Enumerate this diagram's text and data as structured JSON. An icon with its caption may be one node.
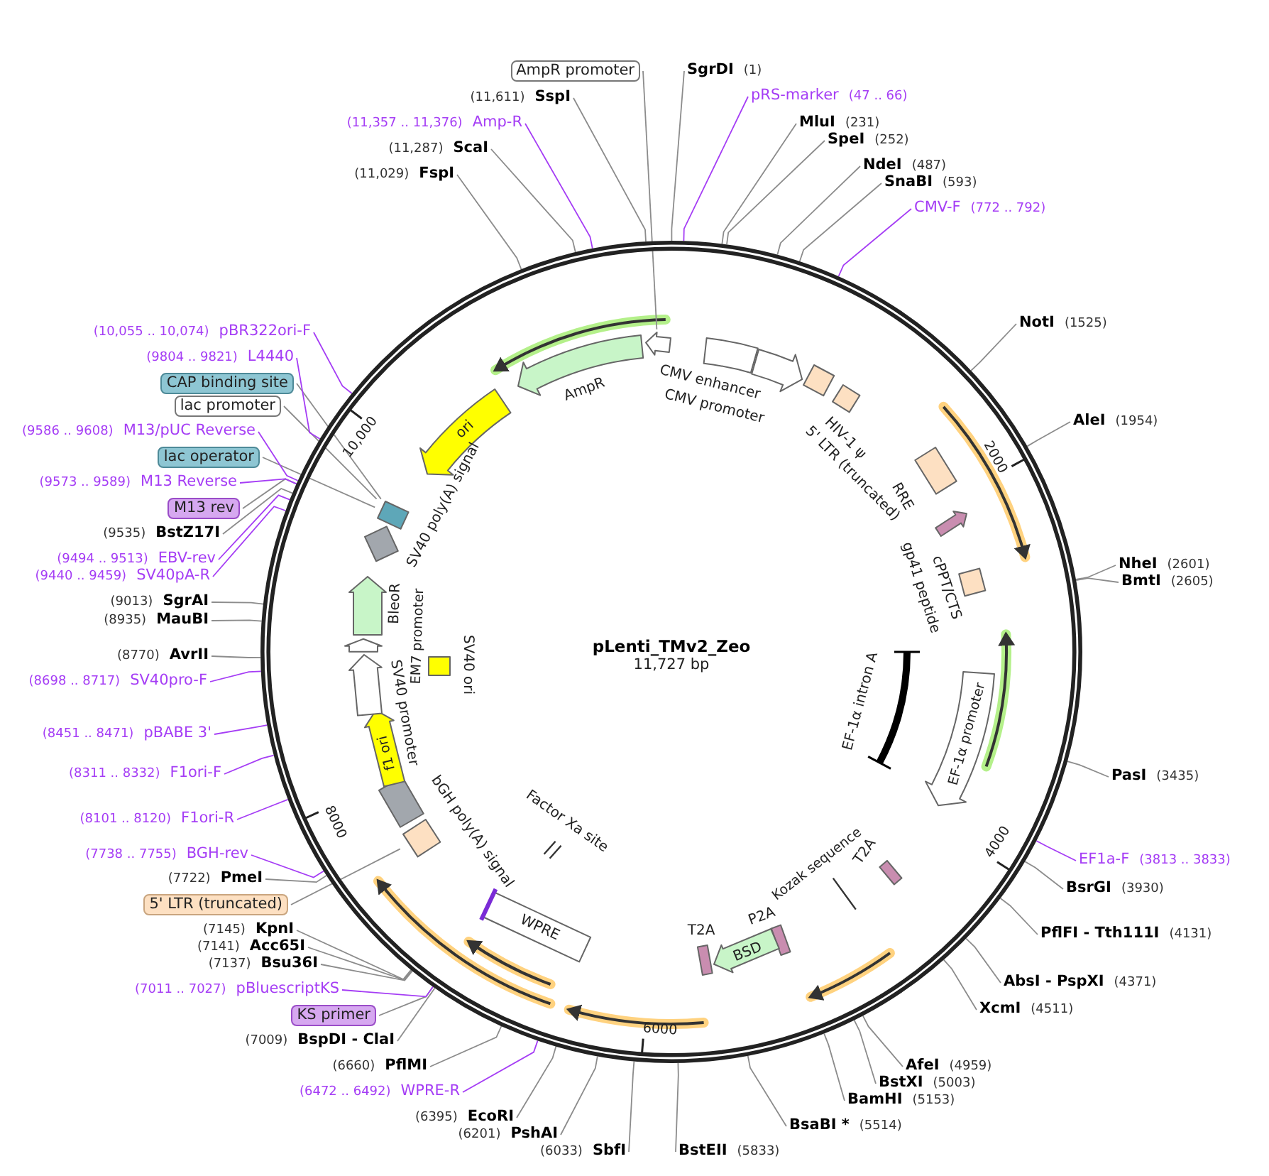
{
  "diagram": {
    "nodes": [
      {
        "text": [
          "pLenti_TMv2_Zeo",
          "11,727 bp"
        ]
      },
      {
        "text": [
          "AmpR"
        ],
        "in": 0
      },
      {
        "text": [],
        "shape": "arrow",
        "in": 0
      },
      {
        "text": [
          "ori"
        ],
        "in": 0
      },
      {
        "text": [
          "CMV enhancer"
        ],
        "in": 0
      },
      {
        "text": [
          "CMV promoter"
        ],
        "in": 0
      },
      {
        "text": [
          "5' LTR (truncated)"
        ],
        "in": 0
      },
      {
        "text": [
          "HIV-1 ψ"
        ],
        "in": 0
      },
      {
        "text": [
          "RRE"
        ],
        "in": 0
      },
      {
        "text": [
          "gp41 peptide"
        ],
        "in": 0
      },
      {
        "text": [
          "cPPT/CTS"
        ],
        "in": 0
      },
      {
        "text": [
          "EF-1α promoter"
        ],
        "in": 0
      },
      {
        "text": [
          "EF-1α intron A"
        ],
        "in": 0
      },
      {
        "text": [
          "T2A"
        ],
        "in": 0
      },
      {
        "text": [
          "Kozak sequence"
        ],
        "in": 0
      },
      {
        "text": [
          "P2A"
        ],
        "in": 0
      },
      {
        "text": [
          "BSD"
        ],
        "in": 0
      },
      {
        "text": [
          "T2A"
        ],
        "in": 0
      },
      {
        "text": [
          "Factor Xa site"
        ],
        "in": 0
      },
      {
        "text": [
          "WPRE"
        ],
        "in": 0
      },
      {
        "text": [
          "bGH poly(A) signal"
        ],
        "in": 0
      },
      {
        "text": [],
        "shape": "box",
        "in": 0
      },
      {
        "text": [
          "f1 ori"
        ],
        "in": 0
      },
      {
        "text": [
          "SV40 promoter"
        ],
        "in": 0
      },
      {
        "text": [
          "EM7 promoter"
        ],
        "in": 0
      },
      {
        "text": [
          "BleoR"
        ],
        "in": 0
      },
      {
        "text": [
          "SV40 ori"
        ],
        "in": 0
      },
      {
        "text": [
          "SV40 poly(A) signal"
        ],
        "in": 0
      },
      {
        "text": [],
        "shape": "box",
        "in": 0
      },
      {
        "text": [
          "SgrDI",
          "(1)"
        ]
      },
      {
        "text": [
          "pRS-marker",
          "(47 .. 66)"
        ]
      },
      {
        "text": [
          "MluI",
          "(231)"
        ]
      },
      {
        "text": [
          "SpeI",
          "(252)"
        ]
      },
      {
        "text": [
          "NdeI",
          "(487)"
        ]
      },
      {
        "text": [
          "SnaBI",
          "(593)"
        ]
      },
      {
        "text": [
          "CMV-F",
          "(772 .. 792)"
        ]
      },
      {
        "text": [
          "NotI",
          "(1525)"
        ]
      },
      {
        "text": [
          "AleI",
          "(1954)"
        ]
      },
      {
        "text": [
          "NheI",
          "(2601)"
        ]
      },
      {
        "text": [
          "BmtI",
          "(2605)"
        ]
      },
      {
        "text": [
          "PasI",
          "(3435)"
        ]
      },
      {
        "text": [
          "EF1a-F",
          "(3813 .. 3833)"
        ]
      },
      {
        "text": [
          "BsrGI",
          "(3930)"
        ]
      },
      {
        "text": [
          "PflFI - Tth111I",
          "(4131)"
        ]
      },
      {
        "text": [
          "AbsI - PspXI",
          "(4371)"
        ]
      },
      {
        "text": [
          "XcmI",
          "(4511)"
        ]
      },
      {
        "text": [
          "AfeI",
          "(4959)"
        ]
      },
      {
        "text": [
          "BstXI",
          "(5003)"
        ]
      },
      {
        "text": [
          "BamHI",
          "(5153)"
        ]
      },
      {
        "text": [
          "BsaBI *",
          "(5514)"
        ]
      },
      {
        "text": [
          "BstEII",
          "(5833)"
        ]
      },
      {
        "text": [
          "(6033)",
          "SbfI"
        ]
      },
      {
        "text": [
          "(6201)",
          "PshAI"
        ]
      },
      {
        "text": [
          "(6395)",
          "EcoRI"
        ]
      },
      {
        "text": [
          "(6472 .. 6492)",
          "WPRE-R"
        ]
      },
      {
        "text": [
          "(6660)",
          "PflMI"
        ]
      },
      {
        "text": [
          "(7009)",
          "BspDI - ClaI"
        ]
      },
      {
        "text": [
          "KS primer"
        ]
      },
      {
        "text": [
          "(7011 .. 7027)",
          "pBluescriptKS"
        ]
      },
      {
        "text": [
          "(7137)",
          "Bsu36I"
        ]
      },
      {
        "text": [
          "(7141)",
          "Acc65I"
        ]
      },
      {
        "text": [
          "(7145)",
          "KpnI"
        ]
      },
      {
        "text": [
          "5' LTR (truncated)"
        ]
      },
      {
        "text": [
          "(7722)",
          "PmeI"
        ]
      },
      {
        "text": [
          "(7738 .. 7755)",
          "BGH-rev"
        ]
      },
      {
        "text": [
          "(8101 .. 8120)",
          "F1ori-R"
        ]
      },
      {
        "text": [
          "(8311 .. 8332)",
          "F1ori-F"
        ]
      },
      {
        "text": [
          "(8451 .. 8471)",
          "pBABE 3'"
        ]
      },
      {
        "text": [
          "(8698 .. 8717)",
          "SV40pro-F"
        ]
      },
      {
        "text": [
          "(8770)",
          "AvrII"
        ]
      },
      {
        "text": [
          "(8935)",
          "MauBI"
        ]
      },
      {
        "text": [
          "(9013)",
          "SgrAI"
        ]
      },
      {
        "text": [
          "(9440 .. 9459)",
          "SV40pA-R"
        ]
      },
      {
        "text": [
          "(9494 .. 9513)",
          "EBV-rev"
        ]
      },
      {
        "text": [
          "(9535)",
          "BstZ17I"
        ]
      },
      {
        "text": [
          "M13 rev"
        ]
      },
      {
        "text": [
          "(9573 .. 9589)",
          "M13 Reverse"
        ]
      },
      {
        "text": [
          "lac operator"
        ]
      },
      {
        "text": [
          "(9586 .. 9608)",
          "M13/pUC Reverse"
        ]
      },
      {
        "text": [
          "lac promoter"
        ]
      },
      {
        "text": [
          "CAP binding site"
        ]
      },
      {
        "text": [
          "(9804 .. 9821)",
          "L4440"
        ]
      },
      {
        "text": [
          "(10,055 .. 10,074)",
          "pBR322ori-F"
        ]
      },
      {
        "text": [
          "(11,029)",
          "FspI"
        ]
      },
      {
        "text": [
          "(11,287)",
          "ScaI"
        ]
      },
      {
        "text": [
          "(11,357 .. 11,376)",
          "Amp-R"
        ]
      },
      {
        "text": [
          "(11,611)",
          "SspI"
        ]
      },
      {
        "text": [
          "AmpR promoter"
        ]
      }
    ],
    "edges": [
      {
        "from": 29,
        "to": 0,
        "arrow": "none"
      },
      {
        "from": 30,
        "to": 0,
        "arrow": "none",
        "color": "#a53df5"
      },
      {
        "from": 31,
        "to": 0,
        "arrow": "none"
      },
      {
        "from": 32,
        "to": 0,
        "arrow": "none"
      },
      {
        "from": 33,
        "to": 0,
        "arrow": "none"
      },
      {
        "from": 34,
        "to": 0,
        "arrow": "none"
      },
      {
        "from": 35,
        "to": 0,
        "arrow": "none",
        "color": "#a53df5"
      },
      {
        "from": 36,
        "to": 0,
        "arrow": "none"
      },
      {
        "from": 37,
        "to": 0,
        "arrow": "none"
      },
      {
        "from": 38,
        "to": 0,
        "arrow": "none"
      },
      {
        "from": 39,
        "to": 0,
        "arrow": "none"
      },
      {
        "from": 40,
        "to": 0,
        "arrow": "none"
      },
      {
        "from": 41,
        "to": 0,
        "arrow": "none",
        "color": "#a53df5"
      },
      {
        "from": 42,
        "to": 0,
        "arrow": "none"
      },
      {
        "from": 43,
        "to": 0,
        "arrow": "none"
      },
      {
        "from": 44,
        "to": 0,
        "arrow": "none"
      },
      {
        "from": 45,
        "to": 0,
        "arrow": "none"
      },
      {
        "from": 46,
        "to": 0,
        "arrow": "none"
      },
      {
        "from": 47,
        "to": 0,
        "arrow": "none"
      },
      {
        "from": 48,
        "to": 0,
        "arrow": "none"
      },
      {
        "from": 49,
        "to": 0,
        "arrow": "none"
      },
      {
        "from": 50,
        "to": 0,
        "arrow": "none"
      },
      {
        "from": 51,
        "to": 0,
        "arrow": "none"
      },
      {
        "from": 52,
        "to": 0,
        "arrow": "none"
      },
      {
        "from": 53,
        "to": 0,
        "arrow": "none"
      },
      {
        "from": 54,
        "to": 0,
        "arrow": "none",
        "color": "#a53df5"
      },
      {
        "from": 55,
        "to": 0,
        "arrow": "none"
      },
      {
        "from": 56,
        "to": 0,
        "arrow": "none"
      },
      {
        "from": 57,
        "to": 0,
        "arrow": "none"
      },
      {
        "from": 58,
        "to": 0,
        "arrow": "none",
        "color": "#a53df5"
      },
      {
        "from": 59,
        "to": 0,
        "arrow": "none"
      },
      {
        "from": 60,
        "to": 0,
        "arrow": "none"
      },
      {
        "from": 61,
        "to": 0,
        "arrow": "none"
      },
      {
        "from": 62,
        "to": 21,
        "arrow": "none"
      },
      {
        "from": 63,
        "to": 0,
        "arrow": "none"
      },
      {
        "from": 64,
        "to": 0,
        "arrow": "none",
        "color": "#a53df5"
      },
      {
        "from": 65,
        "to": 0,
        "arrow": "none",
        "color": "#a53df5"
      },
      {
        "from": 66,
        "to": 0,
        "arrow": "none",
        "color": "#a53df5"
      },
      {
        "from": 67,
        "to": 0,
        "arrow": "none",
        "color": "#a53df5"
      },
      {
        "from": 68,
        "to": 0,
        "arrow": "none",
        "color": "#a53df5"
      },
      {
        "from": 69,
        "to": 0,
        "arrow": "none"
      },
      {
        "from": 70,
        "to": 0,
        "arrow": "none"
      },
      {
        "from": 71,
        "to": 0,
        "arrow": "none"
      },
      {
        "from": 72,
        "to": 0,
        "arrow": "none",
        "color": "#a53df5"
      },
      {
        "from": 73,
        "to": 0,
        "arrow": "none",
        "color": "#a53df5"
      },
      {
        "from": 74,
        "to": 0,
        "arrow": "none"
      },
      {
        "from": 75,
        "to": 0,
        "arrow": "none"
      },
      {
        "from": 76,
        "to": 0,
        "arrow": "none",
        "color": "#a53df5"
      },
      {
        "from": 77,
        "to": 28,
        "arrow": "none"
      },
      {
        "from": 78,
        "to": 0,
        "arrow": "none",
        "color": "#a53df5"
      },
      {
        "from": 79,
        "to": 28,
        "arrow": "none"
      },
      {
        "from": 80,
        "to": 28,
        "arrow": "none"
      },
      {
        "from": 81,
        "to": 0,
        "arrow": "none",
        "color": "#a53df5"
      },
      {
        "from": 82,
        "to": 0,
        "arrow": "none",
        "color": "#a53df5"
      },
      {
        "from": 83,
        "to": 0,
        "arrow": "none"
      },
      {
        "from": 84,
        "to": 0,
        "arrow": "none"
      },
      {
        "from": 85,
        "to": 0,
        "arrow": "none",
        "color": "#a53df5"
      },
      {
        "from": 86,
        "to": 0,
        "arrow": "none"
      },
      {
        "from": 87,
        "to": 2,
        "arrow": "none"
      }
    ],
    "labels": [
      "2000",
      "4000",
      "6000",
      "8000",
      "10,000"
    ]
  }
}
